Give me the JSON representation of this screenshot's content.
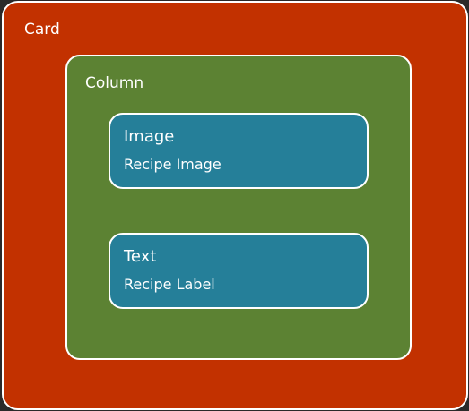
{
  "colors": {
    "background": "#2a2a2a",
    "card": "#c23100",
    "column": "#5c8233",
    "leaf": "#257f99",
    "border": "#ffffff",
    "text": "#ffffff"
  },
  "card": {
    "label": "Card",
    "column": {
      "label": "Column",
      "children": [
        {
          "type": "Image",
          "name": "Recipe Image"
        },
        {
          "type": "Text",
          "name": "Recipe Label"
        }
      ]
    }
  }
}
